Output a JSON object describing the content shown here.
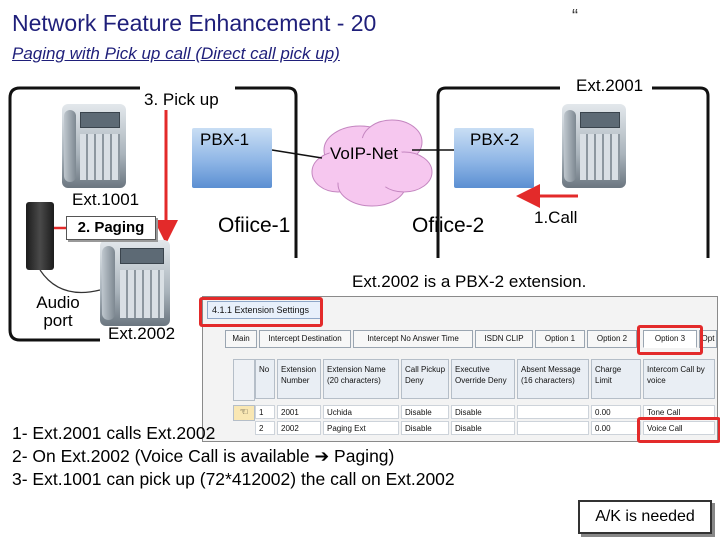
{
  "header": {
    "title": "Network Feature Enhancement - 20",
    "subtitle": "Paging with Pick up call (Direct call pick up)",
    "quote_mark": "“"
  },
  "diagram": {
    "site1_label": "3. Pick up",
    "site2_label": "Ext.2001",
    "pbx1": "PBX-1",
    "pbx2": "PBX-2",
    "voip": "VoIP-Net",
    "office1": "Ofiice-1",
    "office2": "Ofiice-2",
    "ext1001": "Ext.1001",
    "paging": "2. Paging",
    "call": "1.Call",
    "audio_port": "Audio port",
    "ext2002": "Ext.2002",
    "note_pbx2": "Ext.2002 is a PBX-2 extension.",
    "colors": {
      "line": "#111111",
      "arrow": "#e32a2a",
      "cloud": "#f6c7ef",
      "pbx": "#7aa6de",
      "highlight": "#e32a2a"
    }
  },
  "screenshot": {
    "window_title": "4.1.1 Extension Settings",
    "tabs": [
      "Main",
      "Intercept Destination",
      "Intercept No Answer Time",
      "ISDN CLIP",
      "Option 1",
      "Option 2",
      "Option 3",
      "Opt"
    ],
    "columns": [
      "No",
      "Extension Number",
      "Extension Name (20 characters)",
      "Call Pickup Deny",
      "Executive Override Deny",
      "Absent Message (16 characters)",
      "Charge Limit",
      "Intercom Call by voice"
    ],
    "rows": [
      [
        "1",
        "2001",
        "Uchida",
        "Disable",
        "Disable",
        "",
        "0.00",
        "Tone Call"
      ],
      [
        "2",
        "2002",
        "Paging Ext",
        "Disable",
        "Disable",
        "",
        "0.00",
        "Voice Call"
      ]
    ]
  },
  "notes": [
    "1- Ext.2001 calls Ext.2002",
    "2- On Ext.2002  (Voice Call is available ➔ Paging)",
    "3- Ext.1001 can pick up (72*412002) the call on Ext.2002"
  ],
  "ak_badge": "A/K is needed"
}
